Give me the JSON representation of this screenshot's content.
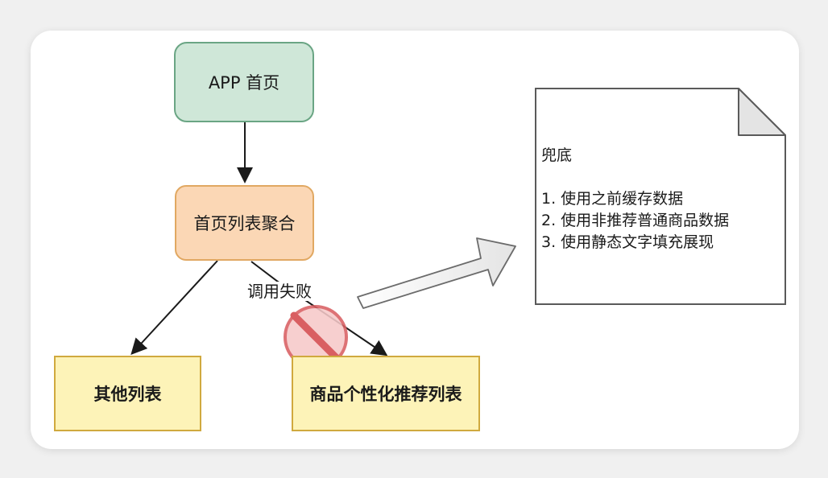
{
  "nodes": {
    "app_home": "APP 首页",
    "aggregation": "首页列表聚合",
    "other_list": "其他列表",
    "personalized_list": "商品个性化推荐列表"
  },
  "edge_label": "调用失败",
  "fallback_note": {
    "title": "兜底",
    "items": [
      "1. 使用之前缓存数据",
      "2. 使用非推荐普通商品数据",
      "3. 使用静态文字填充展现"
    ]
  },
  "colors": {
    "app_fill": "#cfe7d8",
    "aggregation_fill": "#fbd7b5",
    "list_fill": "#fdf3b8",
    "prohibited_red": "#e0666a"
  }
}
